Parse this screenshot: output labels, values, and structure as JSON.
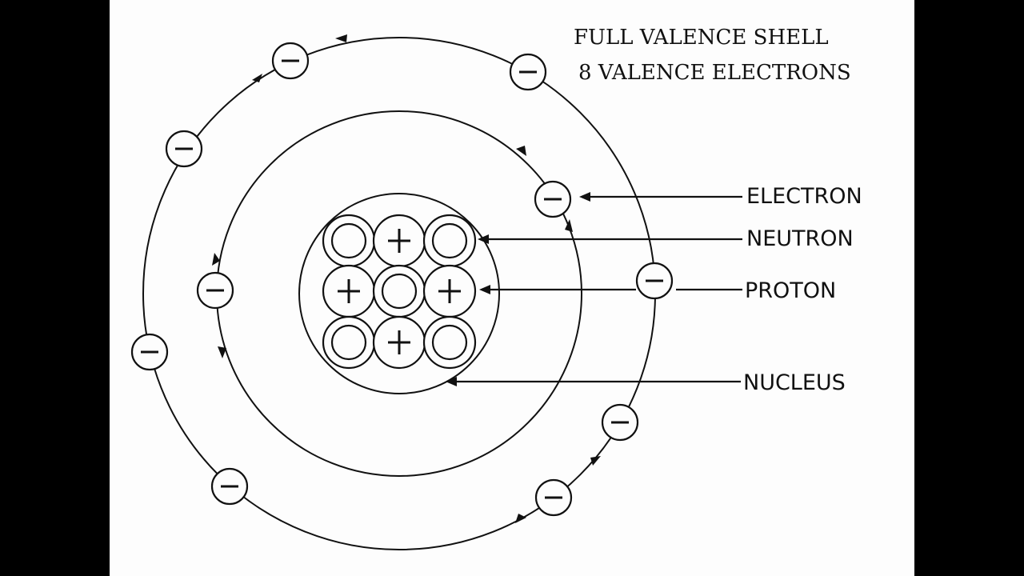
{
  "title": {
    "line1": "FULL VALENCE SHELL",
    "line2": "8 VALENCE ELECTRONS"
  },
  "labels": {
    "electron": "ELECTRON",
    "neutron": "NEUTRON",
    "proton": "PROTON",
    "nucleus": "NUCLEUS"
  },
  "nucleus_grid": [
    [
      "neutron",
      "proton",
      "neutron"
    ],
    [
      "proton",
      "neutron",
      "proton"
    ],
    [
      "neutron",
      "proton",
      "neutron"
    ]
  ],
  "shells": [
    {
      "name": "inner",
      "electron_count": 2
    },
    {
      "name": "outer",
      "electron_count": 8
    }
  ],
  "colors": {
    "background": "#000000",
    "page": "#fdfdfd",
    "ink": "#111111"
  }
}
